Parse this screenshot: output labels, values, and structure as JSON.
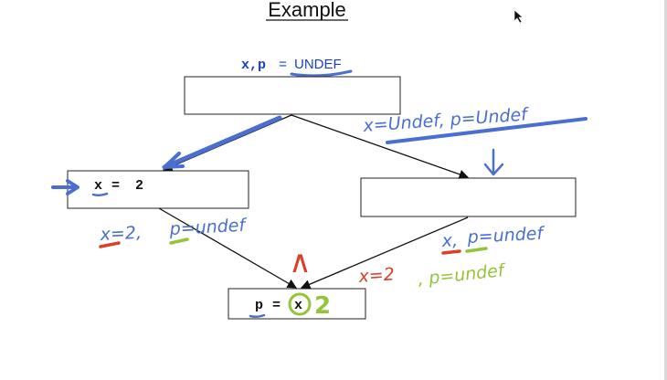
{
  "title": "Example",
  "entry_label": {
    "vars": "x,p",
    "eq": " = ",
    "value": "UNDEF"
  },
  "nodes": {
    "left_stmt": {
      "lhs": "x",
      "eq": " = ",
      "rhs": "2"
    },
    "bottom_stmt": {
      "lhs": "p",
      "eq": " = ",
      "rhs": "x"
    }
  },
  "annotations": {
    "top_right": "x=Undef, p=Undef",
    "left_out_x": "x=2,",
    "left_out_p": "p=undef",
    "right_out_x": "x,",
    "right_out_p": "p=undef",
    "meet_symbol": "∧",
    "meet_x": "x=2",
    "meet_p": ", p=undef",
    "result_value": "2"
  },
  "colors": {
    "ink_blue": "#4a6fd0",
    "ink_red": "#d8402a",
    "ink_green": "#94c43a",
    "code_blue": "#1a3fd0",
    "box_stroke": "#222222"
  }
}
